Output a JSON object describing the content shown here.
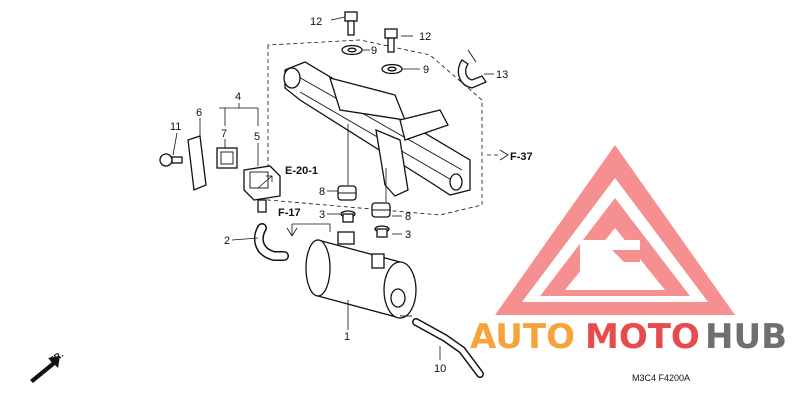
{
  "diagram": {
    "callouts": {
      "p1": "1",
      "p2": "2",
      "p3a": "3",
      "p3b": "3",
      "p4": "4",
      "p5": "5",
      "p6": "6",
      "p7": "7",
      "p8a": "8",
      "p8b": "8",
      "p9a": "9",
      "p9b": "9",
      "p10": "10",
      "p11": "11",
      "p12a": "12",
      "p12b": "12",
      "p13": "13"
    },
    "refs": {
      "e20": "E-20-1",
      "f17": "F-17",
      "f37": "F-37"
    },
    "fr_label": "FR.",
    "drawing_code": "M3C4  F4200A"
  },
  "watermark": {
    "text_orange": "AUTO",
    "text_red": "MOTO",
    "text_gray": "HUB",
    "colors": {
      "logo": "#f06a6a",
      "orange": "#f5a33a",
      "red": "#e84b4b",
      "gray": "#6f6f6f"
    }
  }
}
